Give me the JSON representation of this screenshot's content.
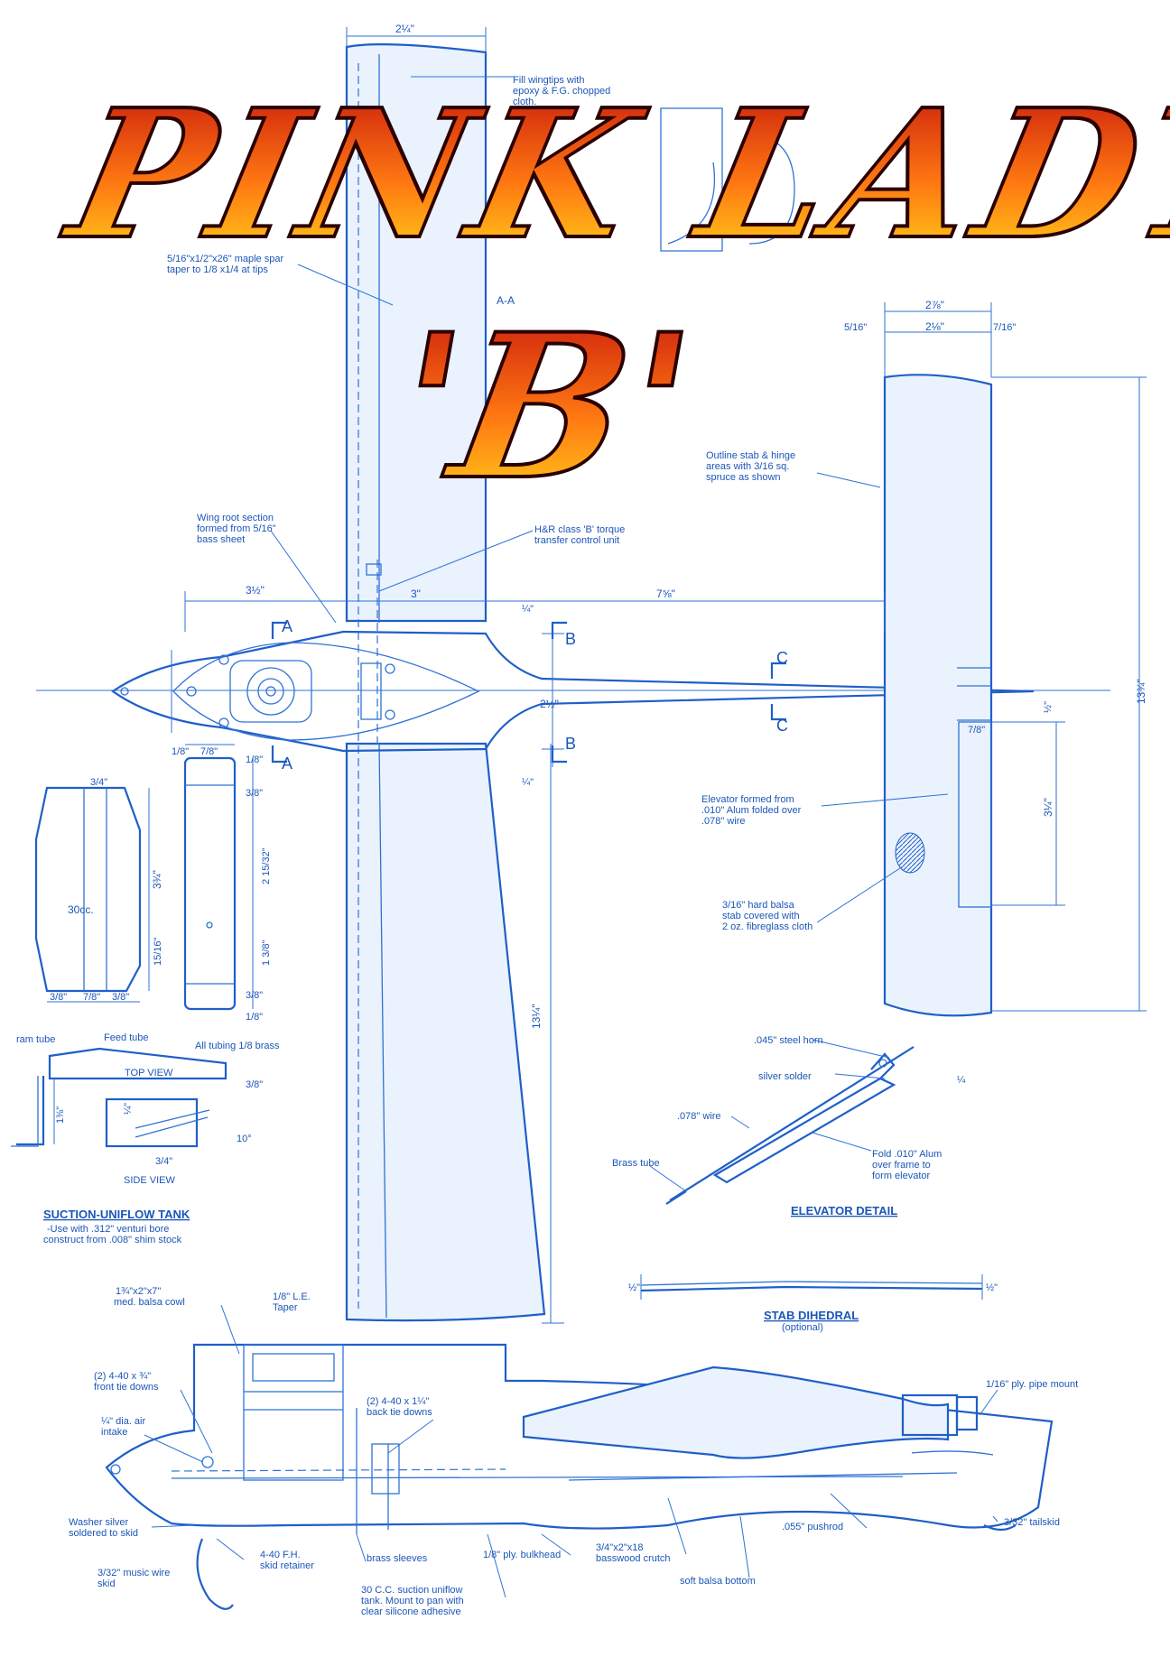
{
  "title": {
    "line1": "PINK LADY",
    "line2": "'B'",
    "colors": [
      "#c0100c",
      "#ff5a0a",
      "#ffd21a"
    ]
  },
  "colors": {
    "ink": "#1f5fc8",
    "paper": "#ffffff"
  },
  "wing": {
    "root_width": "2¼\"",
    "tip_note": [
      "Fill wingtips with",
      "epoxy & F.G. chopped",
      "cloth."
    ],
    "spar_note": [
      "5/16\"x1/2\"x26\" maple spar",
      "taper to 1/8 x1/4 at tips"
    ],
    "root_note": [
      "Wing root section",
      "formed from 5/16\"",
      "bass sheet"
    ],
    "span_label": "13¼\"",
    "le_note": [
      "1/8\" L.E.",
      "Taper"
    ]
  },
  "control_note": [
    "H&R class 'B' torque",
    "transfer control unit"
  ],
  "dims": {
    "nose_to_le": "3½\"",
    "le_3": "3\"",
    "to_stab": "7⅝\"",
    "q1": "¼\"",
    "q2": "¼\"",
    "fuse_width": "2½\"",
    "stab_total": "2⅞\"",
    "stab_a": "5/16\"",
    "stab_b": "2⅛\"",
    "stab_c": "7/16\"",
    "stab_span": "13¾\"",
    "elev_h": "3¼\"",
    "hinge": "7/8\"",
    "half": "½\""
  },
  "sections": {
    "a": "A",
    "b": "B",
    "c": "C",
    "aa": "A-A"
  },
  "stab": {
    "outline_note": [
      "Outline stab & hinge",
      "areas with 3/16 sq.",
      "spruce as shown"
    ],
    "elevator_note": [
      "Elevator formed from",
      ".010\" Alum folded over",
      ".078\" wire"
    ],
    "balsa_note": [
      "3/16\" hard balsa",
      "stab covered with",
      "2 oz. fibreglass cloth"
    ]
  },
  "tank": {
    "top_dims": {
      "w": "3/4\"",
      "h": "3¾\"",
      "h2": "15/16\"",
      "b1": "3/8\"",
      "b2": "7/8\"",
      "b3": "3/8\""
    },
    "cap": "30cc.",
    "side_dims": {
      "a": "1/8\"",
      "b": "7/8\"",
      "c": "1/8\"",
      "d": "3/8\"",
      "e": "2 15/32\"",
      "f": "1 3/8\"",
      "g": "3/8\"",
      "h": "1/8\""
    },
    "ram_tube": "ram tube",
    "feed_tube": "Feed tube",
    "all_tubing": "All tubing 1/8 brass",
    "top_view": "TOP VIEW",
    "side_view": "SIDE VIEW",
    "v1": "1⅜\"",
    "v2": "¼\"",
    "v3": "3/4\"",
    "v4": "10°",
    "v5": "3/8\"",
    "title": "SUCTION-UNIFLOW TANK",
    "note": [
      "-Use with .312\" venturi bore",
      "construct from .008\" shim stock"
    ]
  },
  "elevator_detail": {
    "horn": ".045\" steel horn",
    "solder": "silver solder",
    "wire": ".078\" wire",
    "fold": [
      "Fold .010\" Alum",
      "over frame to",
      "form elevator"
    ],
    "brass": "Brass tube",
    "quarter": "¼",
    "title": "ELEVATOR DETAIL"
  },
  "dihedral": {
    "left": "½\"",
    "right": "½\"",
    "title": "STAB DIHEDRAL",
    "sub": "(optional)"
  },
  "side_view": {
    "cowl": [
      "1¾\"x2\"x7\"",
      "med. balsa cowl"
    ],
    "front_ties": [
      "(2) 4-40 x ¾\"",
      "front tie downs"
    ],
    "back_ties": [
      "(2) 4-40 x 1¼\"",
      "back tie downs"
    ],
    "air": [
      "¼\" dia. air",
      "intake"
    ],
    "pipe_mount": "1/16\" ply. pipe mount",
    "washer": [
      "Washer silver",
      "soldered to skid"
    ],
    "skid_ret": [
      "4-40 F.H.",
      "skid retainer"
    ],
    "brass_sleeves": "brass sleeves",
    "bulkhead": "1/8\" ply. bulkhead",
    "crutch": [
      "3/4\"x2\"x18",
      "basswood crutch"
    ],
    "pushrod": ".055\" pushrod",
    "tailskid": "3/32\" tailskid",
    "music_wire": [
      "3/32\" music wire",
      "skid"
    ],
    "tank_note": [
      "30 C.C. suction uniflow",
      "tank. Mount to pan with",
      "clear silicone adhesive"
    ],
    "soft_balsa": "soft balsa bottom"
  }
}
